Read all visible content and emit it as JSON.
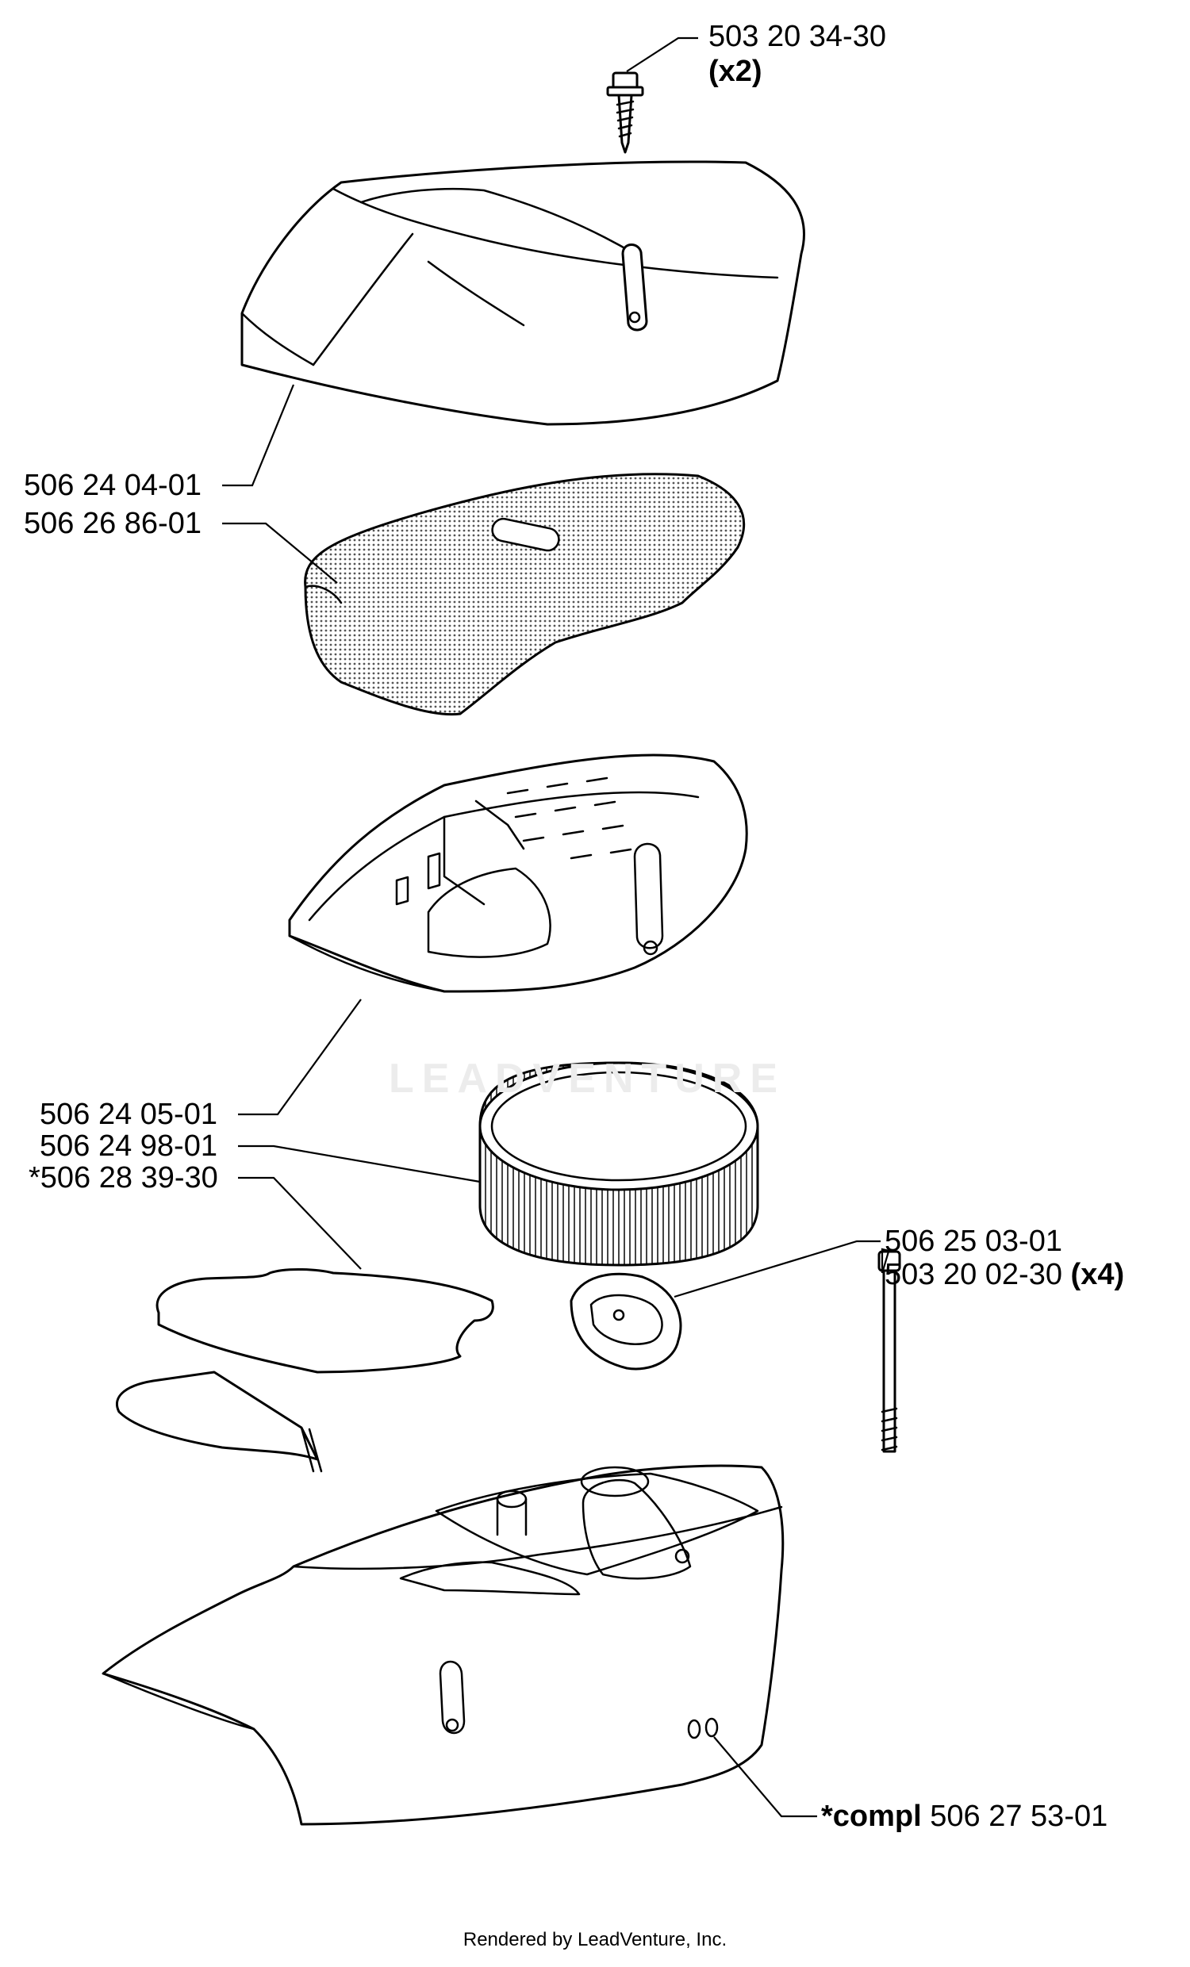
{
  "parts": {
    "screw_top": {
      "number": "503 20 34-30",
      "qty": "(x2)"
    },
    "cover": {
      "number": "506 24 04-01"
    },
    "foam_filter": {
      "number": "506 26 86-01"
    },
    "filter_holder": {
      "number": "506 24 05-01"
    },
    "air_filter": {
      "number": "506 24 98-01"
    },
    "gasket": {
      "number": "*506 28 39-30"
    },
    "adapter": {
      "number": "506 25 03-01"
    },
    "bolt": {
      "number": "503 20 02-30",
      "qty": "(x4)"
    },
    "base": {
      "prefix": "*compl",
      "number": "506 27 53-01"
    }
  },
  "watermark": "LEADVENTURE",
  "footer": "Rendered by LeadVenture, Inc."
}
